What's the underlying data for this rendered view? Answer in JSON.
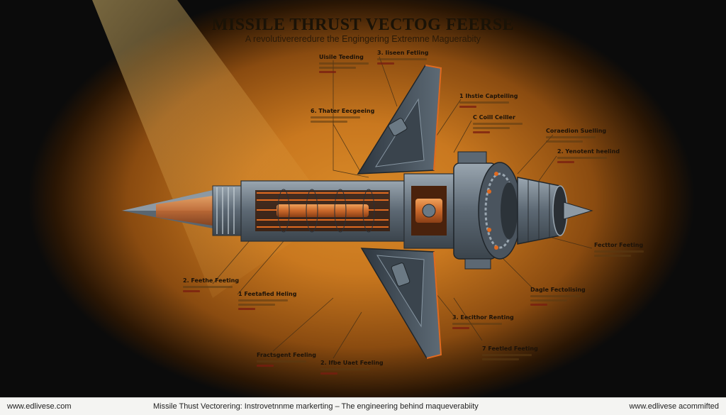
{
  "title": "MISSILE THRUST VECTOG FEERSE",
  "subtitle": "A revolutivereredure the Engingering Extremne Maguerabity",
  "callouts": [
    {
      "label": "Uisile Teeding"
    },
    {
      "label": "3. Iiseen Fetling"
    },
    {
      "label": "6. Thater Eecgeeing"
    },
    {
      "label": "1 Ihstie Capteiling"
    },
    {
      "label": "C Coill Ceiller"
    },
    {
      "label": "Coraedion Suelling"
    },
    {
      "label": "2. Yenotent heelind"
    },
    {
      "label": "Fecttor Feeting"
    },
    {
      "label": "2. Feethe Feeting"
    },
    {
      "label": "1 Feetafied Heling"
    },
    {
      "label": "Dagle Fectolising"
    },
    {
      "label": "3. Eecithor Renting"
    },
    {
      "label": "Fractsgent Feeling"
    },
    {
      "label": "2. Ifbe Uaet Feeling"
    },
    {
      "label": "7 Feetled Feeting"
    }
  ],
  "footer": {
    "left": "www.edlivese.com",
    "center": "Missile Thust Vectorering: Instrovetnnme markerting – The engineering behind maqueverabiity",
    "right": "www.edlivese acommifted"
  },
  "colors": {
    "background": "#0b0b0b",
    "glow": "#d98a28",
    "accent": "#e06a20",
    "metal": "#7a8793"
  }
}
